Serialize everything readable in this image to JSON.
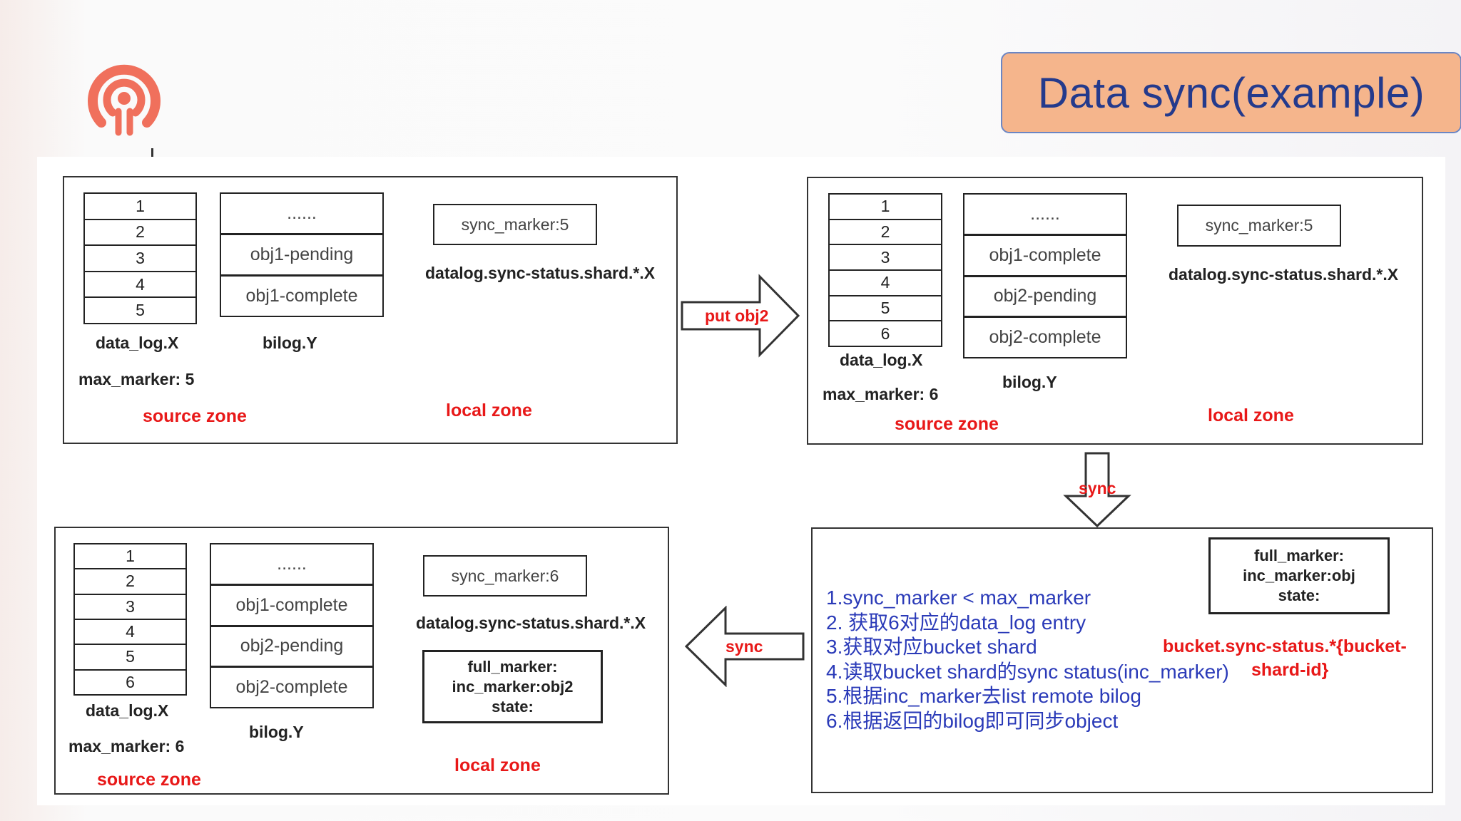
{
  "title": "Data sync(example)",
  "panels": {
    "top_left": {
      "data_log": [
        "1",
        "2",
        "3",
        "4",
        "5"
      ],
      "data_log_label": "data_log.X",
      "max_marker": "max_marker: 5",
      "bilog": [
        "......",
        "obj1-pending",
        "obj1-complete"
      ],
      "bilog_label": "bilog.Y",
      "sync_marker": "sync_marker:5",
      "status_label": "datalog.sync-status.shard.*.X",
      "source_zone": "source zone",
      "local_zone": "local zone"
    },
    "top_right": {
      "data_log": [
        "1",
        "2",
        "3",
        "4",
        "5",
        "6"
      ],
      "data_log_label": "data_log.X",
      "max_marker": "max_marker: 6",
      "bilog": [
        "......",
        "obj1-complete",
        "obj2-pending",
        "obj2-complete"
      ],
      "bilog_label": "bilog.Y",
      "sync_marker": "sync_marker:5",
      "status_label": "datalog.sync-status.shard.*.X",
      "source_zone": "source zone",
      "local_zone": "local zone"
    },
    "bottom_left": {
      "data_log": [
        "1",
        "2",
        "3",
        "4",
        "5",
        "6"
      ],
      "data_log_label": "data_log.X",
      "max_marker": "max_marker: 6",
      "bilog": [
        "......",
        "obj1-complete",
        "obj2-pending",
        "obj2-complete"
      ],
      "bilog_label": "bilog.Y",
      "sync_marker": "sync_marker:6",
      "status_label": "datalog.sync-status.shard.*.X",
      "state_box": [
        "full_marker:",
        "inc_marker:obj2",
        "state:"
      ],
      "source_zone": "source zone",
      "local_zone": "local zone"
    },
    "bottom_right": {
      "steps": [
        "1.sync_marker < max_marker",
        "2. 获取6对应的data_log entry",
        "3.获取对应bucket shard",
        "4.读取bucket shard的sync status(inc_marker)",
        "5.根据inc_marker去list remote bilog",
        "6.根据返回的bilog即可同步object"
      ],
      "state_box": [
        "full_marker:",
        "inc_marker:obj",
        "state:"
      ],
      "bucket_status": [
        "bucket.sync-status.*{bucket-",
        "shard-id}"
      ]
    }
  },
  "arrows": {
    "put": "put obj2",
    "sync_down": "sync",
    "sync_left": "sync"
  },
  "colors": {
    "title_bg": "#f5b58c",
    "title_text": "#243a8c",
    "zone_label": "#e81818",
    "steps_text": "#2a3ab8",
    "logo": "#f0705c"
  },
  "icons": {
    "logo": "ceph-logo-icon"
  }
}
